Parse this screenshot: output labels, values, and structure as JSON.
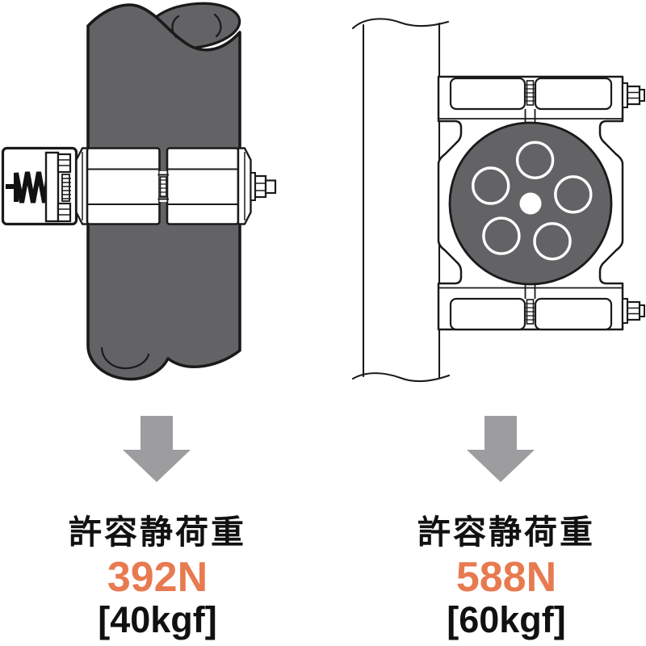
{
  "colors": {
    "outline": "#1a1a1a",
    "pipe_fill": "#636366",
    "arrow_fill": "#9d9da0",
    "accent_orange": "#e87a50",
    "text_black": "#111111",
    "white": "#ffffff"
  },
  "icons": {
    "down_arrow": "▼"
  },
  "figures": {
    "left": {
      "name": "spring-clamp-side-view-on-pipe",
      "title": "許容静荷重",
      "load_newton": "392N",
      "load_kgf": "[40kgf]"
    },
    "right": {
      "name": "disc-clamp-front-view-on-pipe",
      "title": "許容静荷重",
      "load_newton": "588N",
      "load_kgf": "[60kgf]"
    }
  }
}
